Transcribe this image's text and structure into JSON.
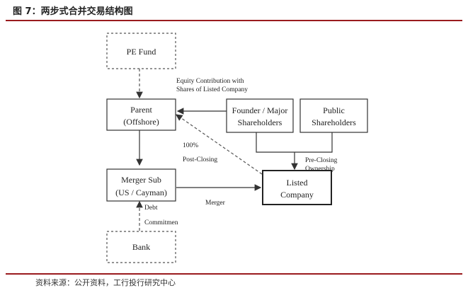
{
  "header": {
    "title": "图 7：两步式合并交易结构图"
  },
  "footer": {
    "source": "资料来源：公开资料，工行投行研究中心"
  },
  "nodes": {
    "pe_fund": [
      "PE Fund"
    ],
    "parent": [
      "Parent",
      "(Offshore)"
    ],
    "founder": [
      "Founder / Major",
      "Shareholders"
    ],
    "public": [
      "Public",
      "Shareholders"
    ],
    "merger_sub": [
      "Merger Sub",
      "(US / Cayman)"
    ],
    "listed": [
      "Listed",
      "Company"
    ],
    "bank": [
      "Bank"
    ]
  },
  "labels": {
    "equity": [
      "Equity Contribution with",
      "Shares of Listed Company"
    ],
    "post_closing": [
      "100%",
      "Post-Closing"
    ],
    "pre_closing": [
      "Pre-Closing",
      "Ownership"
    ],
    "merger": [
      "Merger"
    ],
    "debt": [
      "Debt",
      "Commitmen"
    ]
  }
}
